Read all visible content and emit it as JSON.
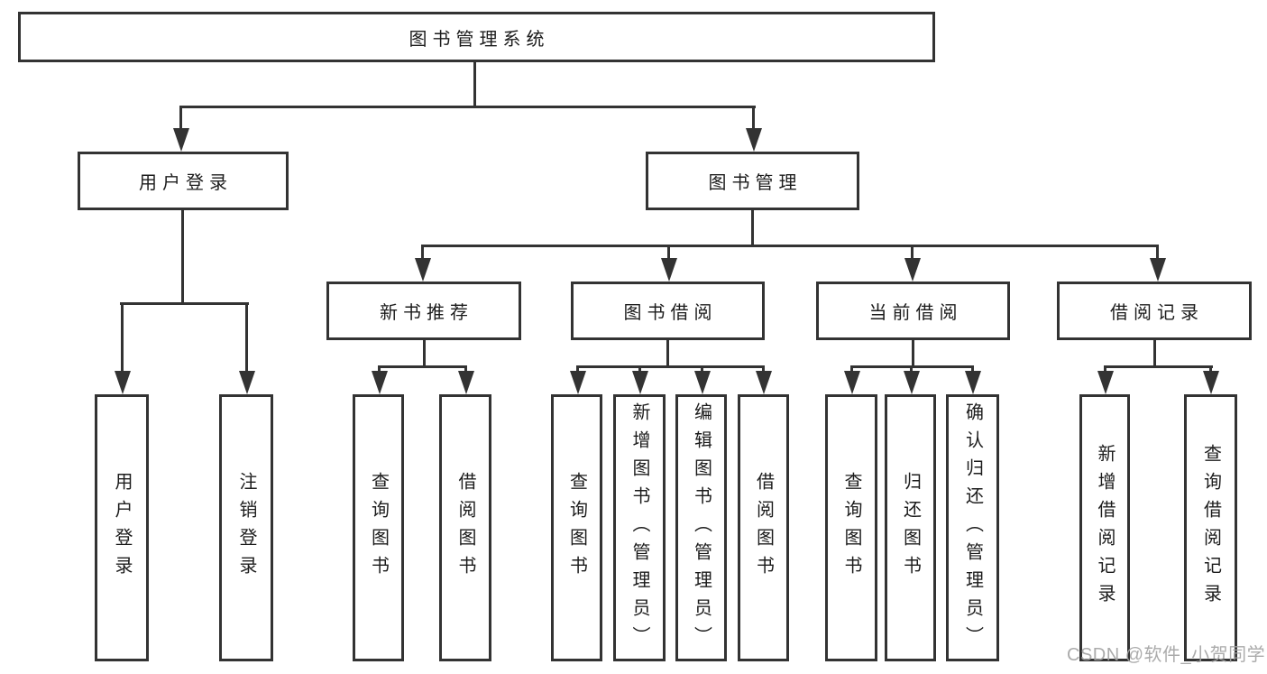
{
  "colors": {
    "line": "#333333",
    "text": "#1c1c1c",
    "background": "#ffffff",
    "watermark": "#a3a3a3"
  },
  "watermark": "CSDN @软件_小贺同学",
  "tree": {
    "root": "图书管理系统",
    "user_login": {
      "label": "用户登录",
      "children": {
        "login": "用户登录",
        "logout": "注销登录"
      }
    },
    "book_mgmt": {
      "label": "图书管理",
      "groups": {
        "new_books": {
          "label": "新书推荐",
          "children": {
            "query": "查询图书",
            "borrow": "借阅图书"
          }
        },
        "borrowing": {
          "label": "图书借阅",
          "children": {
            "query": "查询图书",
            "add": "新增图书（管理员）",
            "edit": "编辑图书（管理员）",
            "borrow": "借阅图书"
          }
        },
        "current": {
          "label": "当前借阅",
          "children": {
            "query": "查询图书",
            "return": "归还图书",
            "confirm": "确认归还（管理员）"
          }
        },
        "records": {
          "label": "借阅记录",
          "children": {
            "add": "新增借阅记录",
            "query": "查询借阅记录"
          }
        }
      }
    }
  }
}
